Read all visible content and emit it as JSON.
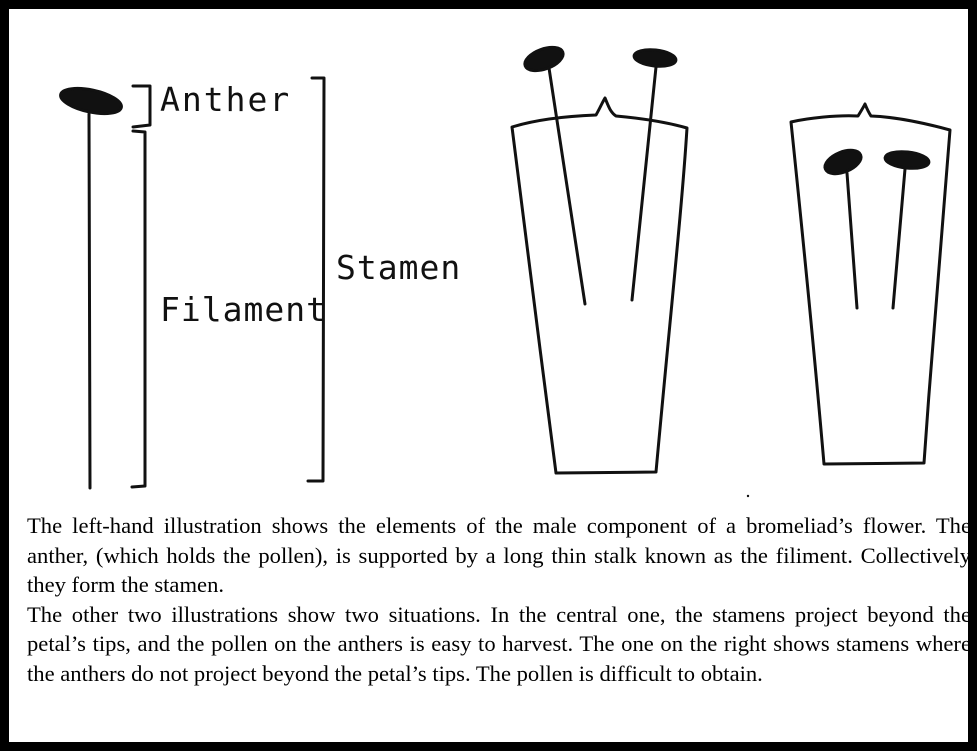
{
  "labels": {
    "anther": "Anther",
    "filament": "Filament",
    "stamen": "Stamen"
  },
  "caption": {
    "paragraph_1": "The left-hand illustration shows the elements of the male component of a bromeliad’s flower. The anther, (which holds the pollen), is supported by a long thin stalk known as the filiment. Collectively they form the stamen.",
    "paragraph_2": "The other two illustrations show two situations. In the central one, the stamens project beyond the petal’s tips, and the pollen on the anthers is easy to harvest. The one on the right shows stamens where the anthers do not project beyond the petal’s tips. The pollen is difficult to obtain."
  },
  "colors": {
    "border": "#000000",
    "ink": "#111111",
    "background": "#ffffff"
  }
}
